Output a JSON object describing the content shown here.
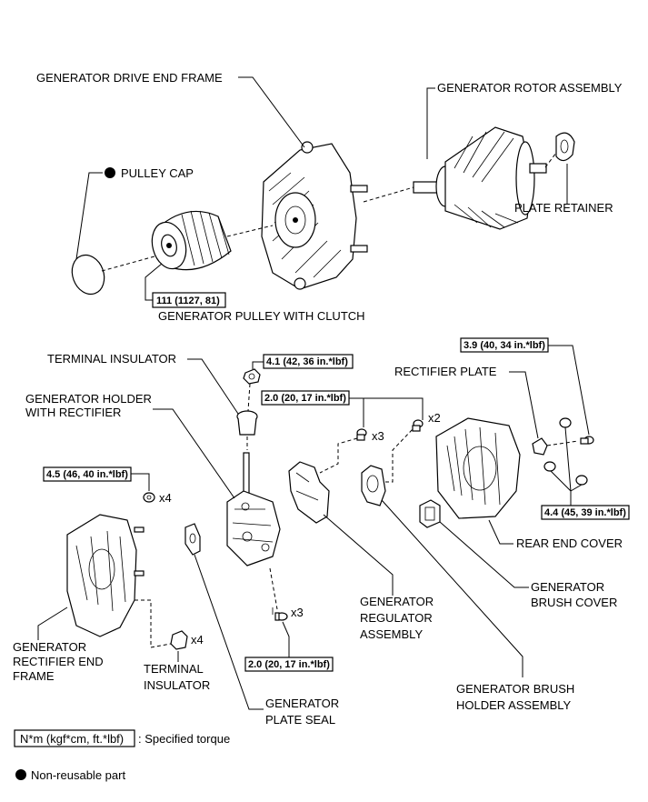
{
  "labels": {
    "drive_end_frame": "GENERATOR DRIVE END FRAME",
    "rotor_assembly": "GENERATOR ROTOR ASSEMBLY",
    "pulley_cap": "PULLEY CAP",
    "plate_retainer": "PLATE RETAINER",
    "pulley_with_clutch": "GENERATOR PULLEY WITH CLUTCH",
    "terminal_insulator_top": "TERMINAL INSULATOR",
    "holder_rectifier_1": "GENERATOR HOLDER",
    "holder_rectifier_2": "WITH RECTIFIER",
    "rectifier_plate": "RECTIFIER PLATE",
    "rear_end_cover": "REAR END COVER",
    "brush_cover_1": "GENERATOR",
    "brush_cover_2": "BRUSH COVER",
    "regulator_1": "GENERATOR",
    "regulator_2": "REGULATOR",
    "regulator_3": "ASSEMBLY",
    "rectifier_end_frame_1": "GENERATOR",
    "rectifier_end_frame_2": "RECTIFIER END",
    "rectifier_end_frame_3": "FRAME",
    "terminal_insulator_bottom_1": "TERMINAL",
    "terminal_insulator_bottom_2": "INSULATOR",
    "plate_seal_1": "GENERATOR",
    "plate_seal_2": "PLATE SEAL",
    "brush_holder_1": "GENERATOR BRUSH",
    "brush_holder_2": "HOLDER ASSEMBLY"
  },
  "torques": {
    "pulley": "111 (1127, 81)",
    "terminal_nut": "4.1 (42, 36 in.*lbf)",
    "regulator_screws": "2.0 (20, 17 in.*lbf)",
    "rectifier_plate_nut": "3.9 (40, 34 in.*lbf)",
    "end_frame_nuts": "4.5 (46, 40 in.*lbf)",
    "rear_cover_nuts": "4.4 (45, 39 in.*lbf)",
    "holder_screws": "2.0 (20, 17 in.*lbf)"
  },
  "quantities": {
    "x3_upper": "x3",
    "x2_upper": "x2",
    "x4_nuts": "x4",
    "x4_insulator": "x4",
    "x3_lower": "x3"
  },
  "legend": {
    "torque_box": "N*m (kgf*cm, ft.*lbf)",
    "torque_desc": ": Specified torque",
    "non_reusable": "Non-reusable part"
  }
}
